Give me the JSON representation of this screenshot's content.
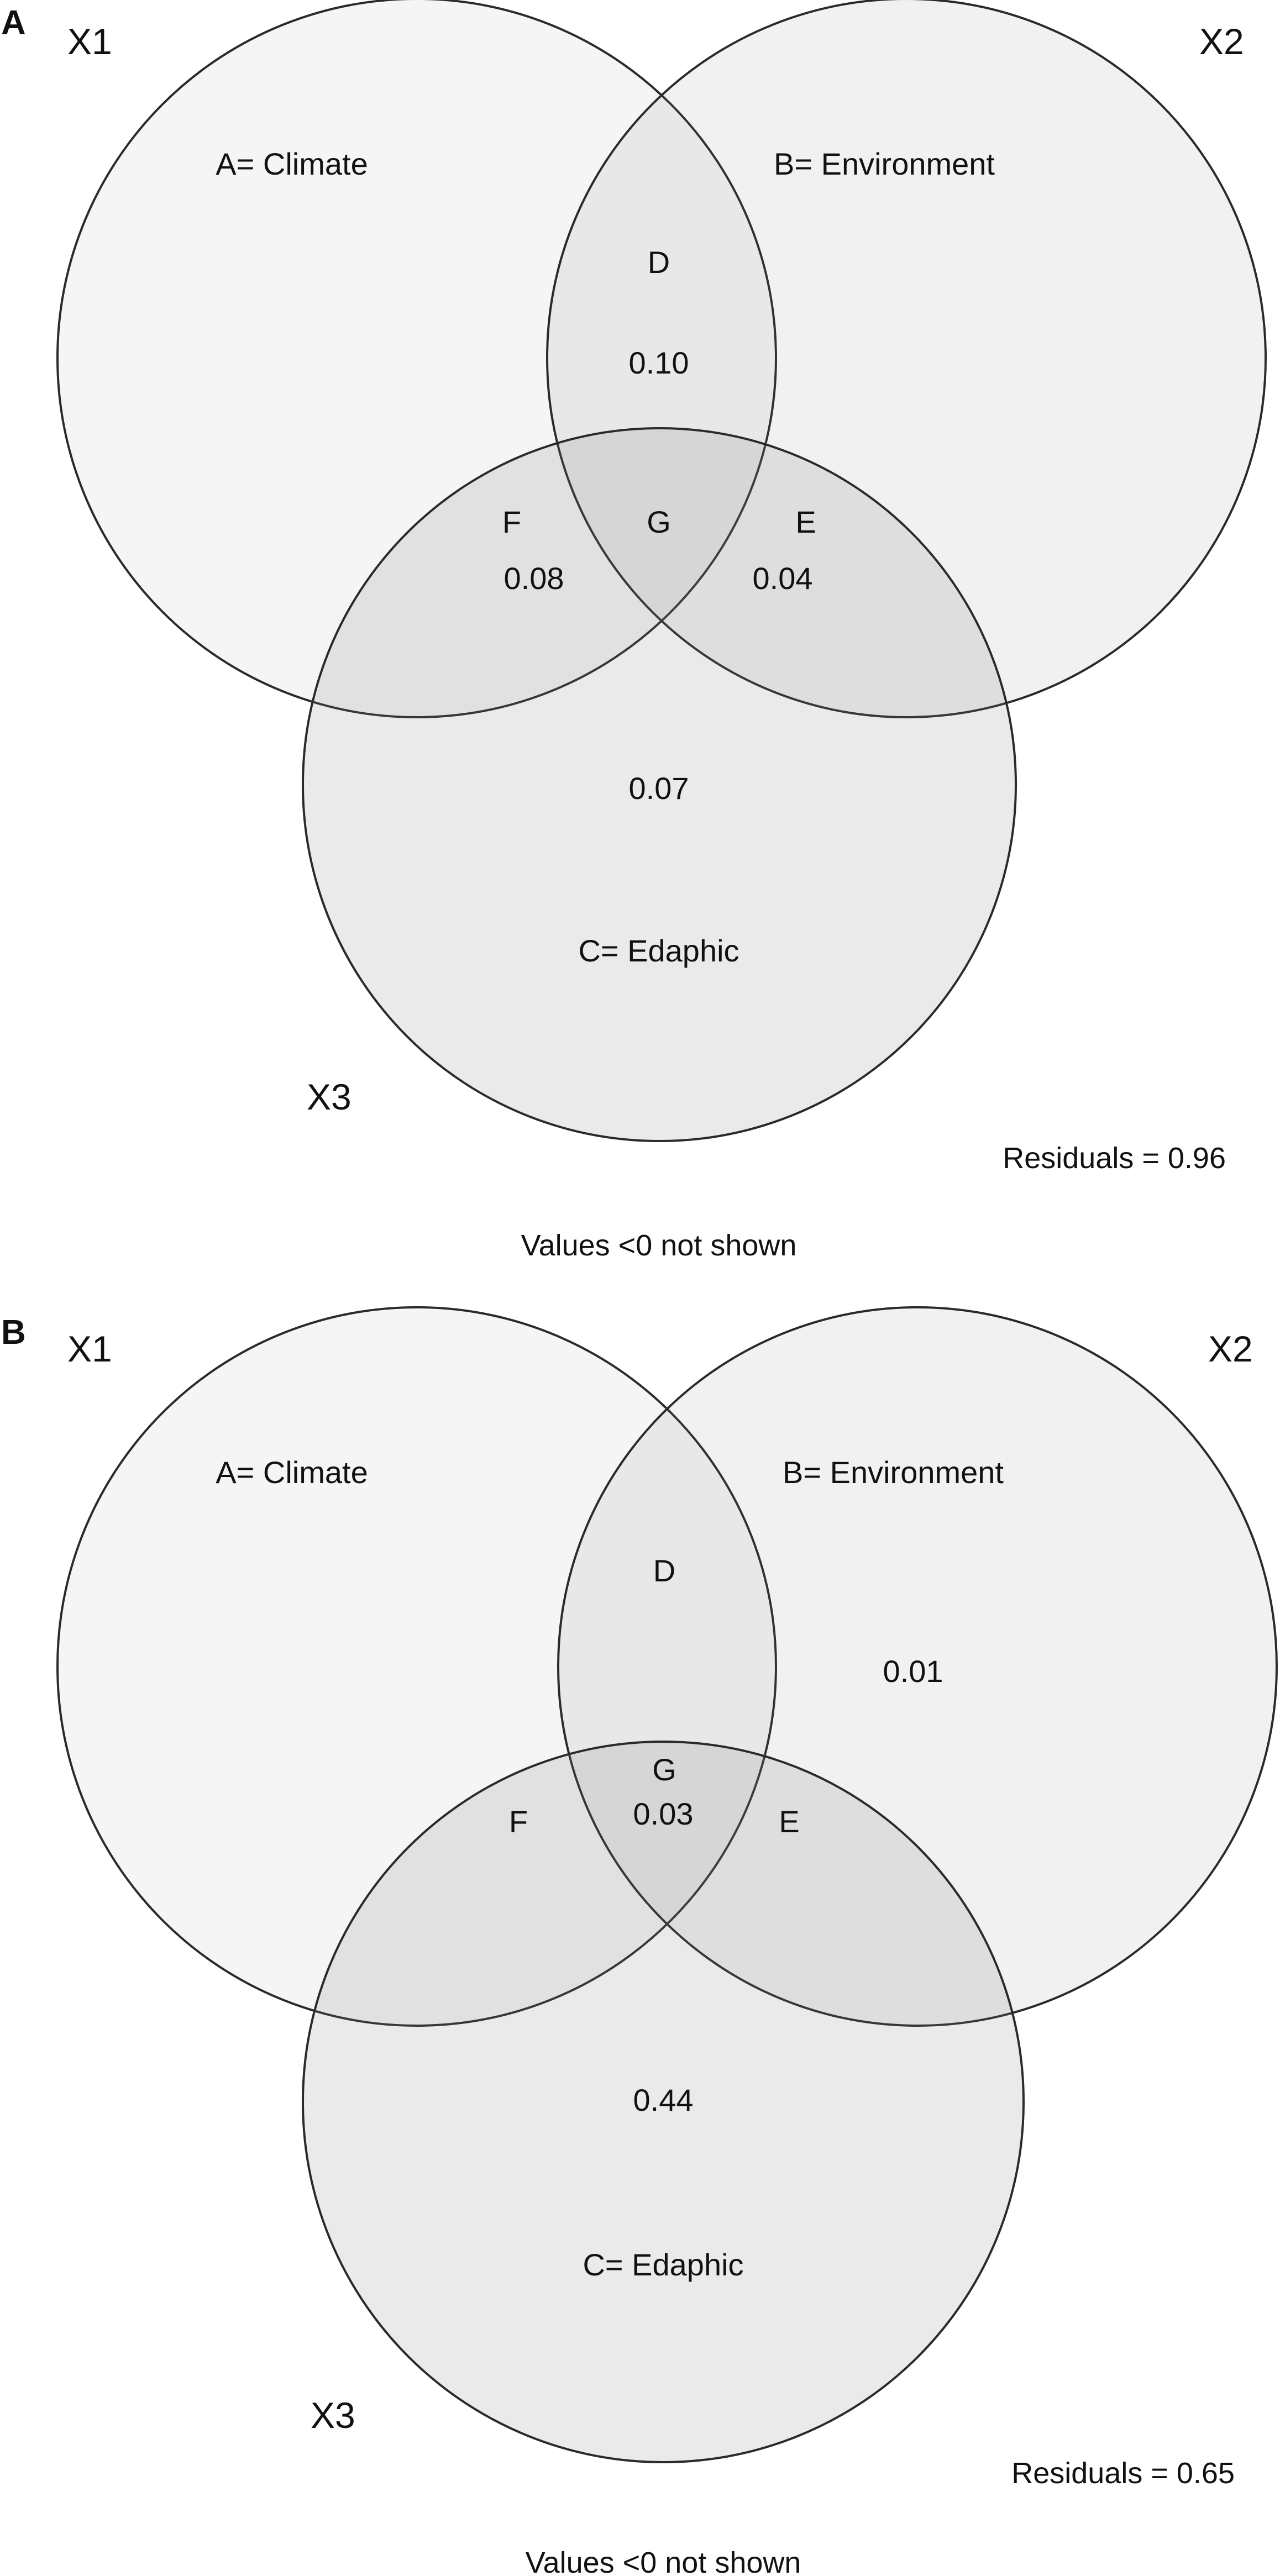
{
  "colors": {
    "background": "#ffffff",
    "circle_outline": "#2a2a2a",
    "circle_fill": "#7a7a7a",
    "text": "#111111"
  },
  "panels": [
    {
      "letter": "A",
      "variables": {
        "x1": "X1",
        "x2": "X2",
        "x3": "X3"
      },
      "sets": {
        "a": "A= Climate",
        "b": "B= Environment",
        "c": "C= Edaphic"
      },
      "regions": {
        "d": "D",
        "e": "E",
        "f": "F",
        "g": "G"
      },
      "values": {
        "a": "",
        "b": "",
        "c": "0.07",
        "d": "0.10",
        "e": "0.04",
        "f": "0.08",
        "g": ""
      },
      "residuals": "Residuals = 0.96",
      "note": "Values <0 not shown"
    },
    {
      "letter": "B",
      "variables": {
        "x1": "X1",
        "x2": "X2",
        "x3": "X3"
      },
      "sets": {
        "a": "A= Climate",
        "b": "B= Environment",
        "c": "C= Edaphic"
      },
      "regions": {
        "d": "D",
        "e": "E",
        "f": "F",
        "g": "G"
      },
      "values": {
        "a": "",
        "b": "0.01",
        "c": "0.44",
        "d": "",
        "e": "",
        "f": "",
        "g": "0.03"
      },
      "residuals": "Residuals = 0.65",
      "note": "Values <0 not shown"
    }
  ]
}
